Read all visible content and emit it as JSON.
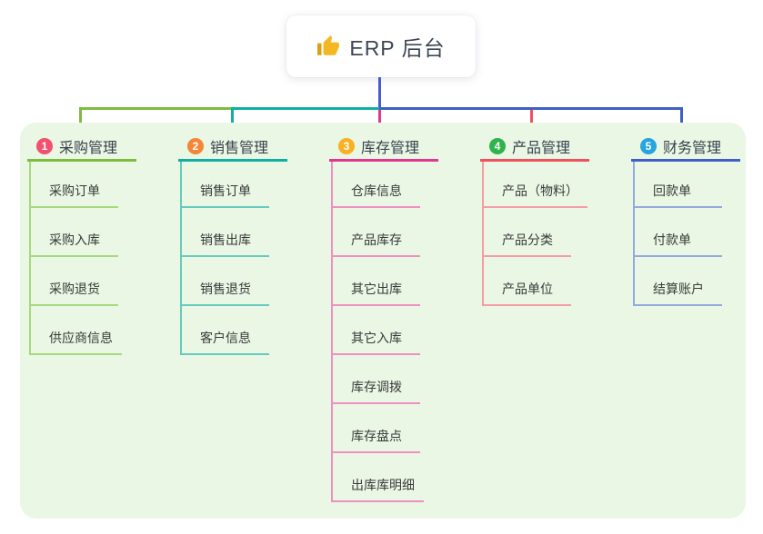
{
  "root": {
    "title": "ERP 后台",
    "icon": "thumbs-up",
    "line_color": "#4c59d6"
  },
  "panel": {
    "background": "#e9f7e4"
  },
  "branches": [
    {
      "num": "1",
      "label": "采购管理",
      "badge_color": "#f2506e",
      "line_color": "#7ebb40",
      "child_line_color": "#a6d87e",
      "children": [
        "采购订单",
        "采购入库",
        "采购退货",
        "供应商信息"
      ]
    },
    {
      "num": "2",
      "label": "销售管理",
      "badge_color": "#f58638",
      "line_color": "#0fb0a2",
      "child_line_color": "#66cbbf",
      "children": [
        "销售订单",
        "销售出库",
        "销售退货",
        "客户信息"
      ]
    },
    {
      "num": "3",
      "label": "库存管理",
      "badge_color": "#f9b021",
      "line_color": "#e0388e",
      "child_line_color": "#f090c2",
      "children": [
        "仓库信息",
        "产品库存",
        "其它出库",
        "其它入库",
        "库存调拨",
        "库存盘点",
        "出库库明细"
      ]
    },
    {
      "num": "4",
      "label": "产品管理",
      "badge_color": "#2fb44c",
      "line_color": "#f2505e",
      "child_line_color": "#f69ca4",
      "children": [
        "产品（物料）",
        "产品分类",
        "产品单位"
      ]
    },
    {
      "num": "5",
      "label": "财务管理",
      "badge_color": "#28a4de",
      "line_color": "#3e5ec8",
      "child_line_color": "#93a9df",
      "children": [
        "回款单",
        "付款单",
        "结算账户"
      ]
    }
  ]
}
